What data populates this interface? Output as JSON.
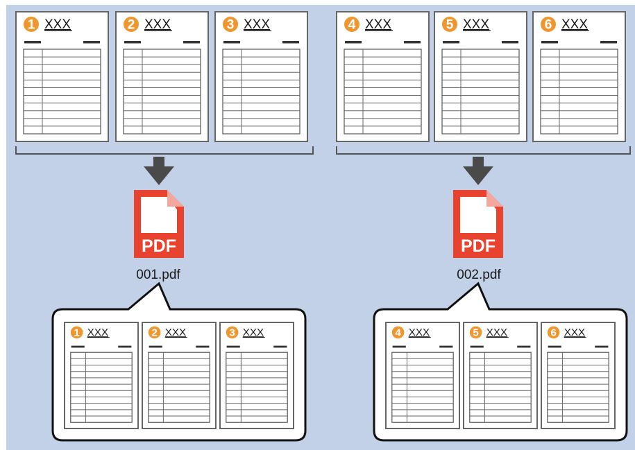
{
  "colors": {
    "background": "#c2d1e7",
    "page_border": "#666666",
    "badge": "#f0962f",
    "pdf_red": "#e8432f",
    "arrow": "#4a4a4a",
    "text": "#1a1a1a",
    "callout_border": "#111111"
  },
  "groups": [
    {
      "pages": [
        {
          "number": "1",
          "title": "XXX"
        },
        {
          "number": "2",
          "title": "XXX"
        },
        {
          "number": "3",
          "title": "XXX"
        }
      ],
      "pdf_icon_label": "PDF",
      "file_name": "001.pdf"
    },
    {
      "pages": [
        {
          "number": "4",
          "title": "XXX"
        },
        {
          "number": "5",
          "title": "XXX"
        },
        {
          "number": "6",
          "title": "XXX"
        }
      ],
      "pdf_icon_label": "PDF",
      "file_name": "002.pdf"
    }
  ]
}
